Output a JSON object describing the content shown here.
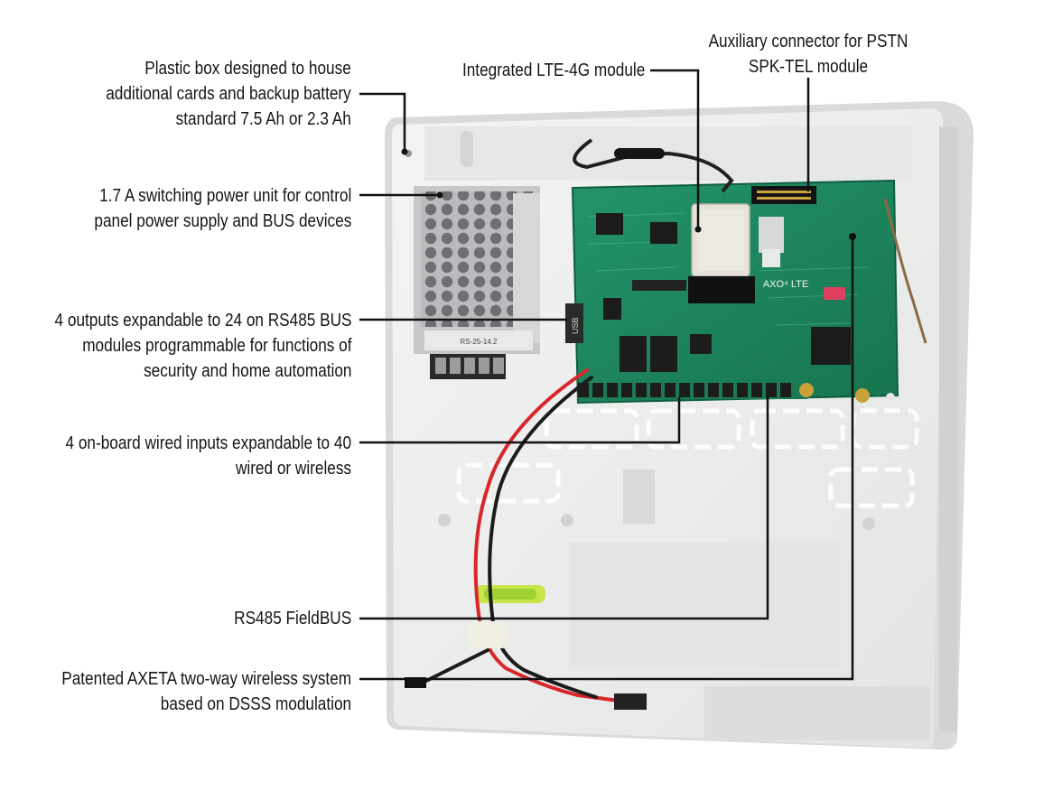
{
  "callouts": {
    "plastic_box": [
      "Plastic box designed to house",
      "additional cards and backup battery",
      "standard 7.5 Ah or 2.3 Ah"
    ],
    "power_unit": [
      "1.7 A switching power unit for control",
      "panel power supply and BUS devices"
    ],
    "outputs": [
      "4 outputs expandable to 24 on RS485 BUS",
      "modules programmable for functions of",
      "security and home automation"
    ],
    "inputs": [
      "4 on-board wired inputs expandable to 40",
      "wired or wireless"
    ],
    "fieldbus": [
      "RS485 FieldBUS"
    ],
    "axeta": [
      "Patented AXETA two-way wireless system",
      "based on DSSS modulation"
    ],
    "lte": [
      "Integrated LTE-4G module"
    ],
    "pstn": [
      "Auxiliary connector for PSTN",
      "SPK-TEL module"
    ]
  },
  "board_text": {
    "brand": "AXO⁴ LTE",
    "psu_model": "RS-25-14.2",
    "usb": "USB"
  },
  "colors": {
    "pcb": "#1e8f62",
    "enclosure": "#eef0ef",
    "wire_red": "#d8262a",
    "wire_black": "#1c1c1c",
    "leader": "#111111"
  }
}
